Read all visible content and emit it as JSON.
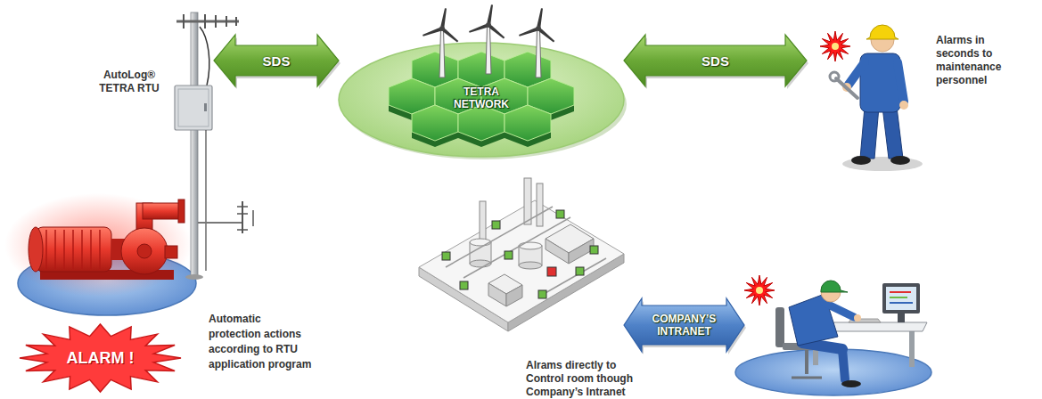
{
  "diagram": {
    "nodes": [
      {
        "text": [
          "AutoLog® TETRA RTU"
        ]
      },
      {
        "text": [
          "TETRA NETWORK"
        ]
      },
      {
        "text": [
          "Alarms in seconds to maintenance personnel"
        ]
      },
      {
        "text": [
          "ALARM !"
        ]
      },
      {
        "text": [
          "Alrams directly to Control room though Company’s Intranet"
        ]
      }
    ],
    "edges": [
      {
        "from": 0,
        "to": 1,
        "label": "SDS",
        "arrow": "both"
      },
      {
        "from": 1,
        "to": 2,
        "label": "SDS",
        "arrow": "both"
      },
      {
        "from": 1,
        "to": 4,
        "label": "COMPANY’S INTRANET",
        "arrow": "both"
      }
    ],
    "labels": [
      "Automatic protection actions according to RTU application program"
    ]
  }
}
